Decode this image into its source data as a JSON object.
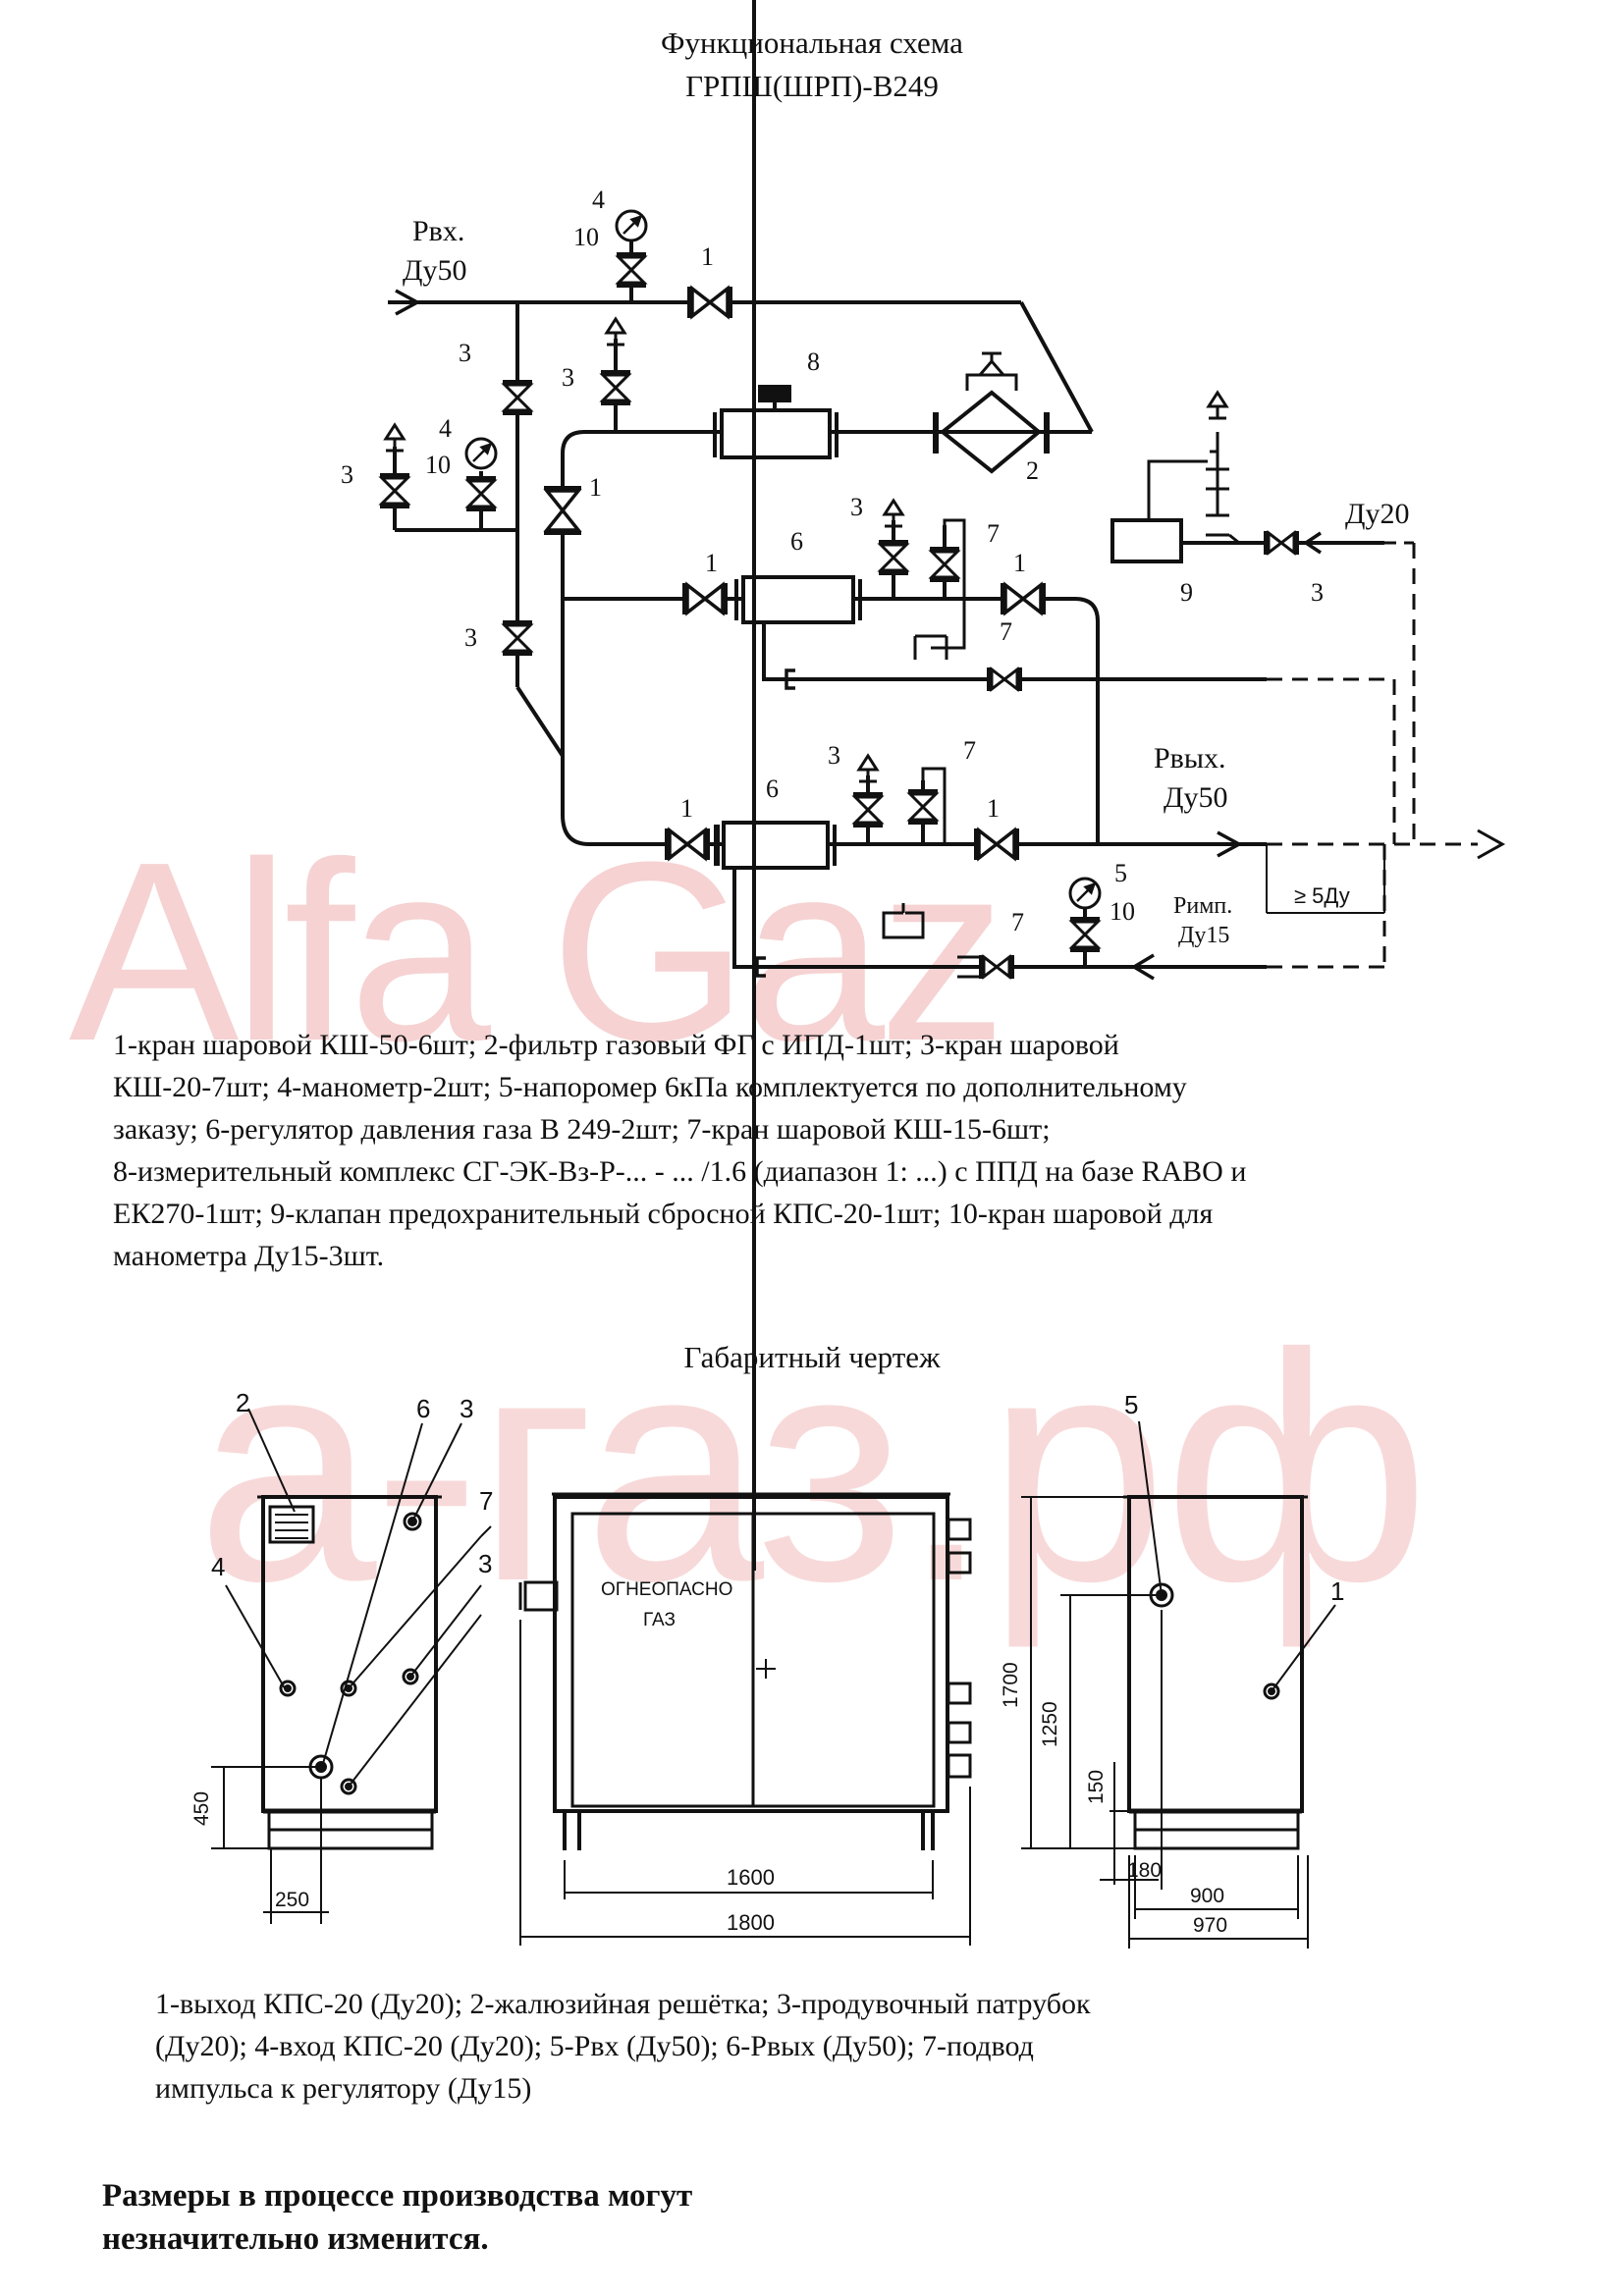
{
  "title": "Функциональная схема",
  "subtitle": "ГРПШ(ШРП)-В249",
  "watermark_1": "Alfa Gaz",
  "watermark_2": "а-газ.рф",
  "scheme": {
    "inlet_label": "Рвх.",
    "inlet_dn": "Ду50",
    "outlet_label": "Рвых.",
    "outlet_dn": "Ду50",
    "relief_dn": "Ду20",
    "impulse_label": "Римп.",
    "impulse_dn": "Ду15",
    "distance_label": "≥ 5Ду",
    "numbers": [
      "1",
      "2",
      "3",
      "4",
      "5",
      "6",
      "7",
      "8",
      "9",
      "10"
    ]
  },
  "legend_scheme": [
    "1-кран шаровой КШ-50-6шт; 2-фильтр газовый ФГ с ИПД-1шт; 3-кран шаровой",
    "КШ-20-7шт; 4-манометр-2шт; 5-напоромер 6кПа комплектуется по дополнительному",
    "заказу; 6-регулятор давления газа В 249-2шт; 7-кран шаровой КШ-15-6шт;",
    "8-измерительный комплекс СГ-ЭК-Вз-Р-... - ... /1.6 (диапазон 1: ...) с ППД на базе RABO и",
    "ЕК270-1шт; 9-клапан предохранительный сбросной КПС-20-1шт; 10-кран шаровой для",
    "манометра Ду15-3шт."
  ],
  "dimension_drawing": {
    "title": "Габаритный чертеж",
    "door_text_1": "ОГНЕОПАСНО",
    "door_text_2": "ГАЗ",
    "dim_450": "450",
    "dim_250": "250",
    "dim_1600": "1600",
    "dim_1800": "1800",
    "dim_1700": "1700",
    "dim_1250": "1250",
    "dim_150": "150",
    "dim_180": "180",
    "dim_900": "900",
    "dim_970": "970"
  },
  "legend_drawing": [
    "1-выход КПС-20 (Ду20); 2-жалюзийная решётка; 3-продувочный патрубок",
    "(Ду20); 4-вход КПС-20 (Ду20); 5-Рвх (Ду50); 6-Рвых (Ду50); 7-подвод",
    "импульса к регулятору (Ду15)"
  ],
  "footer": [
    "Размеры в процессе производства могут",
    "незначительно изменится."
  ]
}
